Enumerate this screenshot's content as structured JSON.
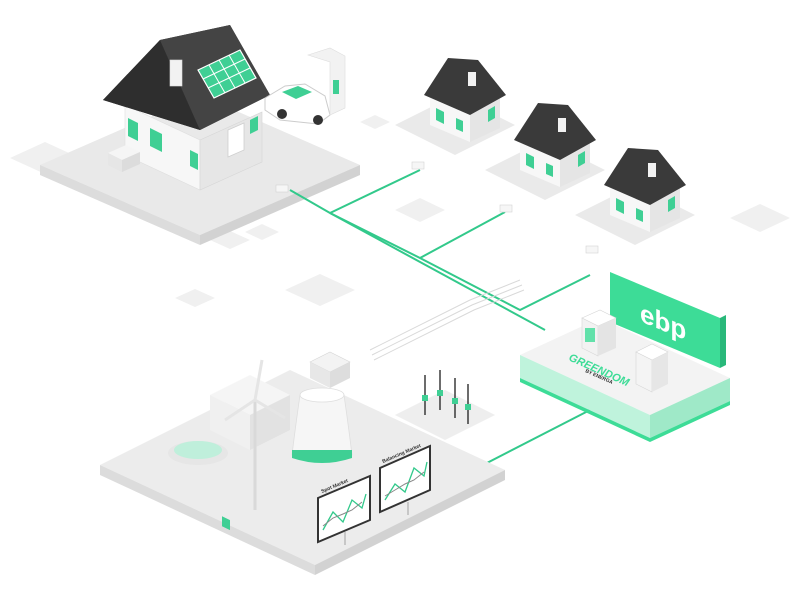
{
  "brand_sign": {
    "text": "ebp"
  },
  "greendom": {
    "name": "GREENDOM",
    "sub": "BY ENERGA"
  },
  "markets": {
    "spot": {
      "label": "Spot Market"
    },
    "balancing": {
      "label": "Balancing Market"
    }
  },
  "colors": {
    "accent": "#3ddc97",
    "roof": "#3c3c3c",
    "window": "#3fcf94",
    "building": "#f4f4f4",
    "shadow": "#e7e7e7",
    "line": "#32c98b"
  }
}
